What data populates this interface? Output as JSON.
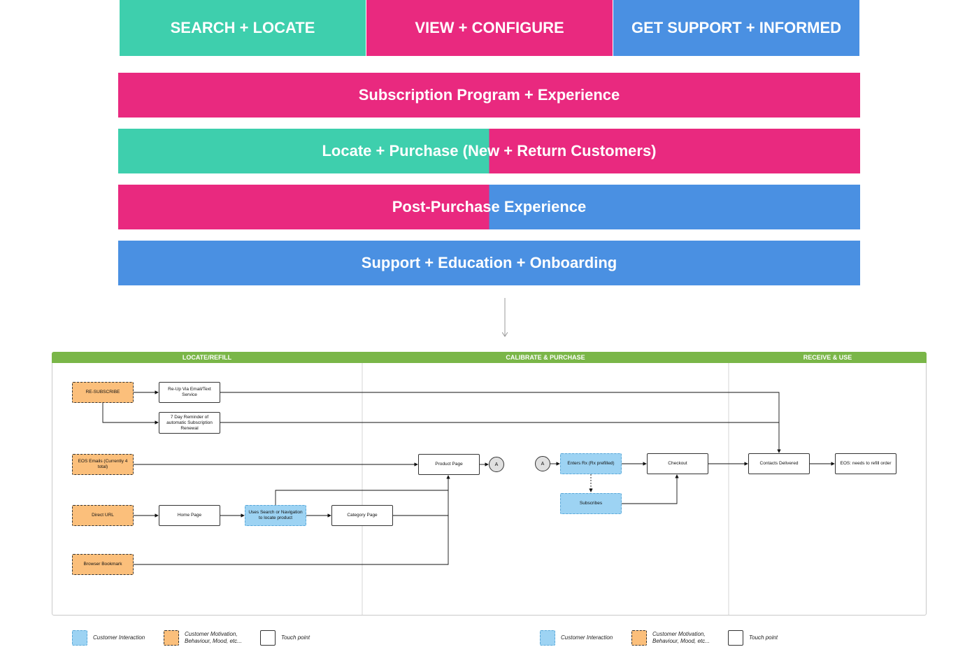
{
  "colors": {
    "teal": "#3ecfad",
    "pink": "#e9297f",
    "blue": "#4a90e2",
    "green": "#7ab648"
  },
  "headers": [
    {
      "label": "SEARCH + LOCATE"
    },
    {
      "label": "VIEW + CONFIGURE"
    },
    {
      "label": "GET SUPPORT + INFORMED"
    }
  ],
  "bands": [
    {
      "label": "Subscription Program + Experience"
    },
    {
      "label": "Locate + Purchase (New + Return Customers)"
    },
    {
      "label": "Post-Purchase Experience"
    },
    {
      "label": "Support + Education + Onboarding"
    }
  ],
  "lanes": [
    {
      "label": "LOCATE/REFILL"
    },
    {
      "label": "CALIBRATE & PURCHASE"
    },
    {
      "label": "RECEIVE & USE"
    }
  ],
  "nodes": {
    "resubscribe": "RE-SUBSCRIBE",
    "reup": "Re-Up Via Email/Text Service",
    "reminder": "7 Day Reminder of automatic Subscription Renewal",
    "eos_emails": "EOS Emails (Currently 4 total)",
    "direct_url": "Direct URL",
    "home_page": "Home Page",
    "uses_search": "Uses Search or Navigation to locate product",
    "category_page": "Category Page",
    "browser_bookmark": "Browser Bookmark",
    "product_page": "Product Page",
    "connector_a1": "A",
    "connector_a2": "A",
    "enters_rx": "Enters Rx (Rx prefilled)",
    "subscribes": "Subscribes",
    "checkout": "Checkout",
    "contacts_delivered": "Contacts Delivered",
    "eos_refill": "EOS: needs to refill order"
  },
  "legend": {
    "interaction": "Customer Interaction",
    "motivation": "Customer Motivation, Behaviour, Mood, etc...",
    "touchpoint": "Touch point"
  }
}
